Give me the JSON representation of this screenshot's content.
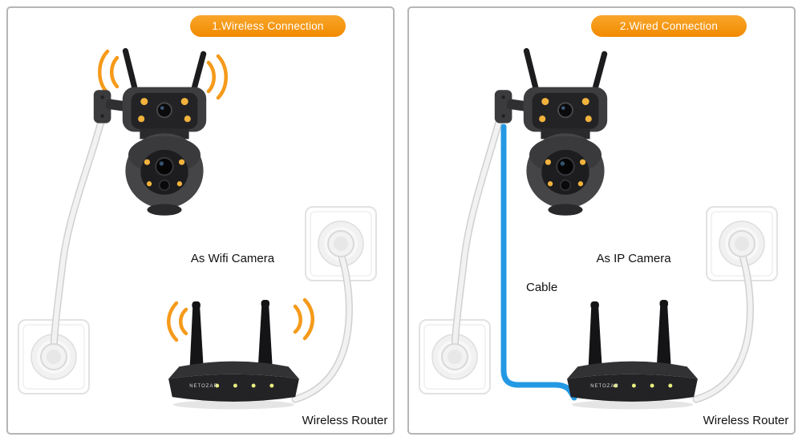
{
  "panels": [
    {
      "badge": "1.Wireless Connection",
      "camera_label": "As Wifi Camera",
      "router_label": "Wireless Router",
      "router_brand": "NETOZAR"
    },
    {
      "badge": "2.Wired Connection",
      "camera_label": "As IP Camera",
      "cable_label": "Cable",
      "router_label": "Wireless Router",
      "router_brand": "NETOZAR"
    }
  ],
  "colors": {
    "badge_orange_top": "#F9A62B",
    "badge_orange_bottom": "#F18A00",
    "badge_text": "#FFFFFF",
    "wifi_wave_orange": "#F59A1A",
    "cable_blue": "#2499E3",
    "panel_border": "#B5B5B5",
    "label_text": "#111111"
  }
}
